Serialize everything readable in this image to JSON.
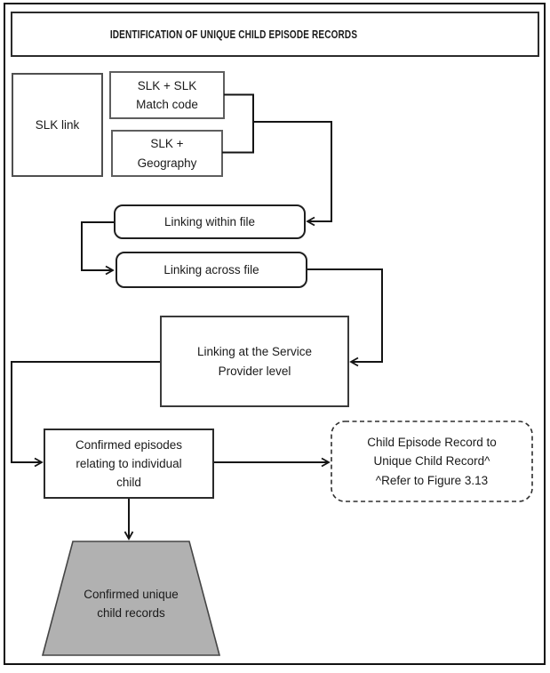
{
  "diagram": {
    "title": "IDENTIFICATION OF UNIQUE CHILD EPISODE RECORDS",
    "nodes": {
      "slk_link": "SLK link",
      "slk_match": "SLK + SLK\nMatch code",
      "slk_geography": "SLK +\nGeography",
      "linking_within": "Linking within file",
      "linking_across": "Linking across file",
      "service_provider": "Linking at the Service\nProvider level",
      "confirmed_episodes": "Confirmed episodes\nrelating to individual\nchild",
      "child_episode_note": "Child Episode Record to\nUnique Child Record^\n^Refer to Figure 3.13",
      "confirmed_unique": "Confirmed unique\nchild records"
    },
    "colors": {
      "line": "#141414",
      "box_border_gray": "#5e5e5e",
      "box_border_dark": "#1f1f1f",
      "trapezoid_fill": "#b1b1b1",
      "trapezoid_border": "#454545",
      "dashed_border": "#2e2e2e",
      "text": "#1a1a1a",
      "background": "#ffffff"
    }
  }
}
